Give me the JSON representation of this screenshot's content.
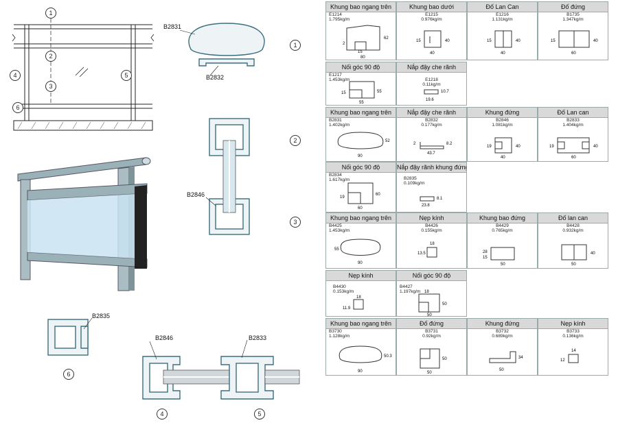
{
  "callouts": [
    "1",
    "2",
    "3",
    "4",
    "5",
    "6"
  ],
  "elevation_labels": {
    "b2831": "B2831",
    "b2832": "B2832",
    "b2846": "B2846"
  },
  "detail_labels": {
    "b2835": "B2835",
    "b2846": "B2846",
    "b2833": "B2833"
  },
  "colors": {
    "profile_fill": "#eef4f6",
    "profile_stroke": "#3b6e7e",
    "glass": "#c9e4f2",
    "post": "#9ab1b7",
    "header_bg": "#d9d9d9"
  },
  "catalog": [
    {
      "title": "Khung bao ngang trên",
      "code": "E1214",
      "weight": "1.795kg/m",
      "dims": [
        "2",
        "62",
        "15",
        "80"
      ]
    },
    {
      "title": "Khung bao dưới",
      "code": "E1215",
      "weight": "0.976kg/m",
      "dims": [
        "15",
        "40",
        "40"
      ]
    },
    {
      "title": "Đố Lan Can",
      "code": "E1216",
      "weight": "1.131kg/m",
      "dims": [
        "15",
        "40",
        "40"
      ]
    },
    {
      "title": "Đố đứng",
      "code": "B1735",
      "weight": "1.347kg/m",
      "dims": [
        "15",
        "40",
        "60"
      ]
    },
    {
      "title": "Nối góc 90 độ",
      "code": "E1217",
      "weight": "1.453kg/m",
      "dims": [
        "15",
        "55",
        "55"
      ]
    },
    {
      "title": "Nắp đậy che rãnh",
      "code": "E1218",
      "weight": "0.11kg/m",
      "dims": [
        "19.6",
        "10.7"
      ]
    },
    {
      "title": "Khung bao ngang trên",
      "code": "B2831",
      "weight": "1.402kg/m",
      "dims": [
        "52",
        "90"
      ]
    },
    {
      "title": "Nắp đậy che rãnh",
      "code": "B2832",
      "weight": "0.177kg/m",
      "dims": [
        "2",
        "43.7",
        "8.2"
      ]
    },
    {
      "title": "Khung đứng",
      "code": "B2846",
      "weight": "1.081kg/m",
      "dims": [
        "19",
        "40",
        "40"
      ]
    },
    {
      "title": "Đố Lan can",
      "code": "B2833",
      "weight": "1.404kg/m",
      "dims": [
        "19",
        "40",
        "60"
      ]
    },
    {
      "title": "Nối góc 90 độ",
      "code": "B2834",
      "weight": "1.617kg/m",
      "dims": [
        "19",
        "60",
        "60"
      ]
    },
    {
      "title": "Nắp đậy rãnh khung đứng",
      "code": "B2835",
      "weight": "0.109kg/m",
      "dims": [
        "23.8",
        "8.1"
      ]
    },
    {
      "title": "Khung bao ngang trên",
      "code": "B4425",
      "weight": "1.453kg/m",
      "dims": [
        "55",
        "90"
      ]
    },
    {
      "title": "Nẹp kính",
      "code": "B4426",
      "weight": "0.155kg/m",
      "dims": [
        "18",
        "13.5"
      ]
    },
    {
      "title": "Khung bao đứng",
      "code": "B4429",
      "weight": "0.765kg/m",
      "dims": [
        "28",
        "15",
        "50"
      ]
    },
    {
      "title": "Đố lan can",
      "code": "B4428",
      "weight": "0.932kg/m",
      "dims": [
        "40",
        "50"
      ]
    },
    {
      "title": "Nẹp kính",
      "code": "B4430",
      "weight": "0.153kg/m",
      "dims": [
        "18",
        "11.9"
      ]
    },
    {
      "title": "Nối góc 90 độ",
      "code": "B4427",
      "weight": "1.197kg/m",
      "dims": [
        "18",
        "50",
        "50"
      ]
    },
    {
      "title": "Khung bao ngang trên",
      "code": "B3730",
      "weight": "1.128kg/m",
      "dims": [
        "50.3",
        "90"
      ]
    },
    {
      "title": "Đố đứng",
      "code": "B3731",
      "weight": "0.92kg/m",
      "dims": [
        "50",
        "50"
      ]
    },
    {
      "title": "Khung đứng",
      "code": "B3732",
      "weight": "0.689kg/m",
      "dims": [
        "34",
        "50"
      ]
    },
    {
      "title": "Nẹp kính",
      "code": "B3733",
      "weight": "0.136kg/m",
      "dims": [
        "14",
        "12"
      ]
    }
  ]
}
